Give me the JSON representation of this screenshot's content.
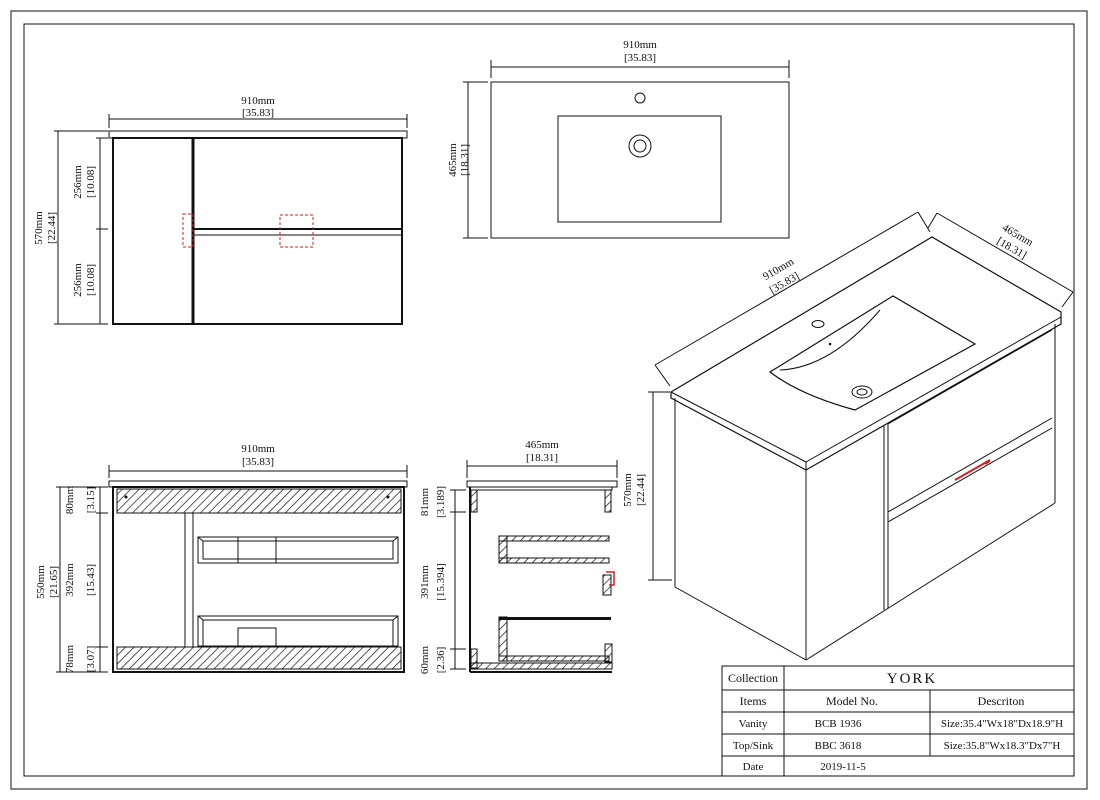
{
  "views": {
    "front": {
      "width_mm": "910mm",
      "width_in": "[35.83]",
      "height_mm": "570mm",
      "height_in": "[22.44]",
      "upper_mm": "256mm",
      "upper_in": "[10.08]",
      "lower_mm": "256mm",
      "lower_in": "[10.08]"
    },
    "top": {
      "width_mm": "910mm",
      "width_in": "[35.83]",
      "depth_mm": "465mm",
      "depth_in": "[18.31]"
    },
    "section_front": {
      "width_mm": "910mm",
      "width_in": "[35.83]",
      "total_mm": "550mm",
      "total_in": "[21.65]",
      "top_mm": "80mm",
      "top_in": "[3.15]",
      "mid_mm": "392mm",
      "mid_in": "[15.43]",
      "bot_mm": "78mm",
      "bot_in": "[3.07]"
    },
    "section_side": {
      "width_mm": "465mm",
      "width_in": "[18.31]",
      "height_mm": "570mm",
      "height_in": "[22.44]",
      "top_mm": "81mm",
      "top_in": "[3.189]",
      "mid_mm": "391mm",
      "mid_in": "[15.394]",
      "bot_mm": "60mm",
      "bot_in": "[2.36]"
    },
    "iso": {
      "width_mm": "910mm",
      "width_in": "[35.83]",
      "depth_mm": "465mm",
      "depth_in": "[18.31]"
    }
  },
  "title_block": {
    "collection_label": "Collection",
    "collection_value": "YORK",
    "headers": [
      "Items",
      "Model No.",
      "Descriton"
    ],
    "rows": [
      [
        "Vanity",
        "BCB 1936",
        "Size:35.4\"Wx18\"Dx18.9\"H"
      ],
      [
        "Top/Sink",
        "BBC 3618",
        "Size:35.8\"Wx18.3\"Dx7\"H"
      ],
      [
        "Date",
        "2019-11-5",
        ""
      ]
    ]
  },
  "colors": {
    "line": "#111111",
    "handle_marker": "#cc2222"
  }
}
